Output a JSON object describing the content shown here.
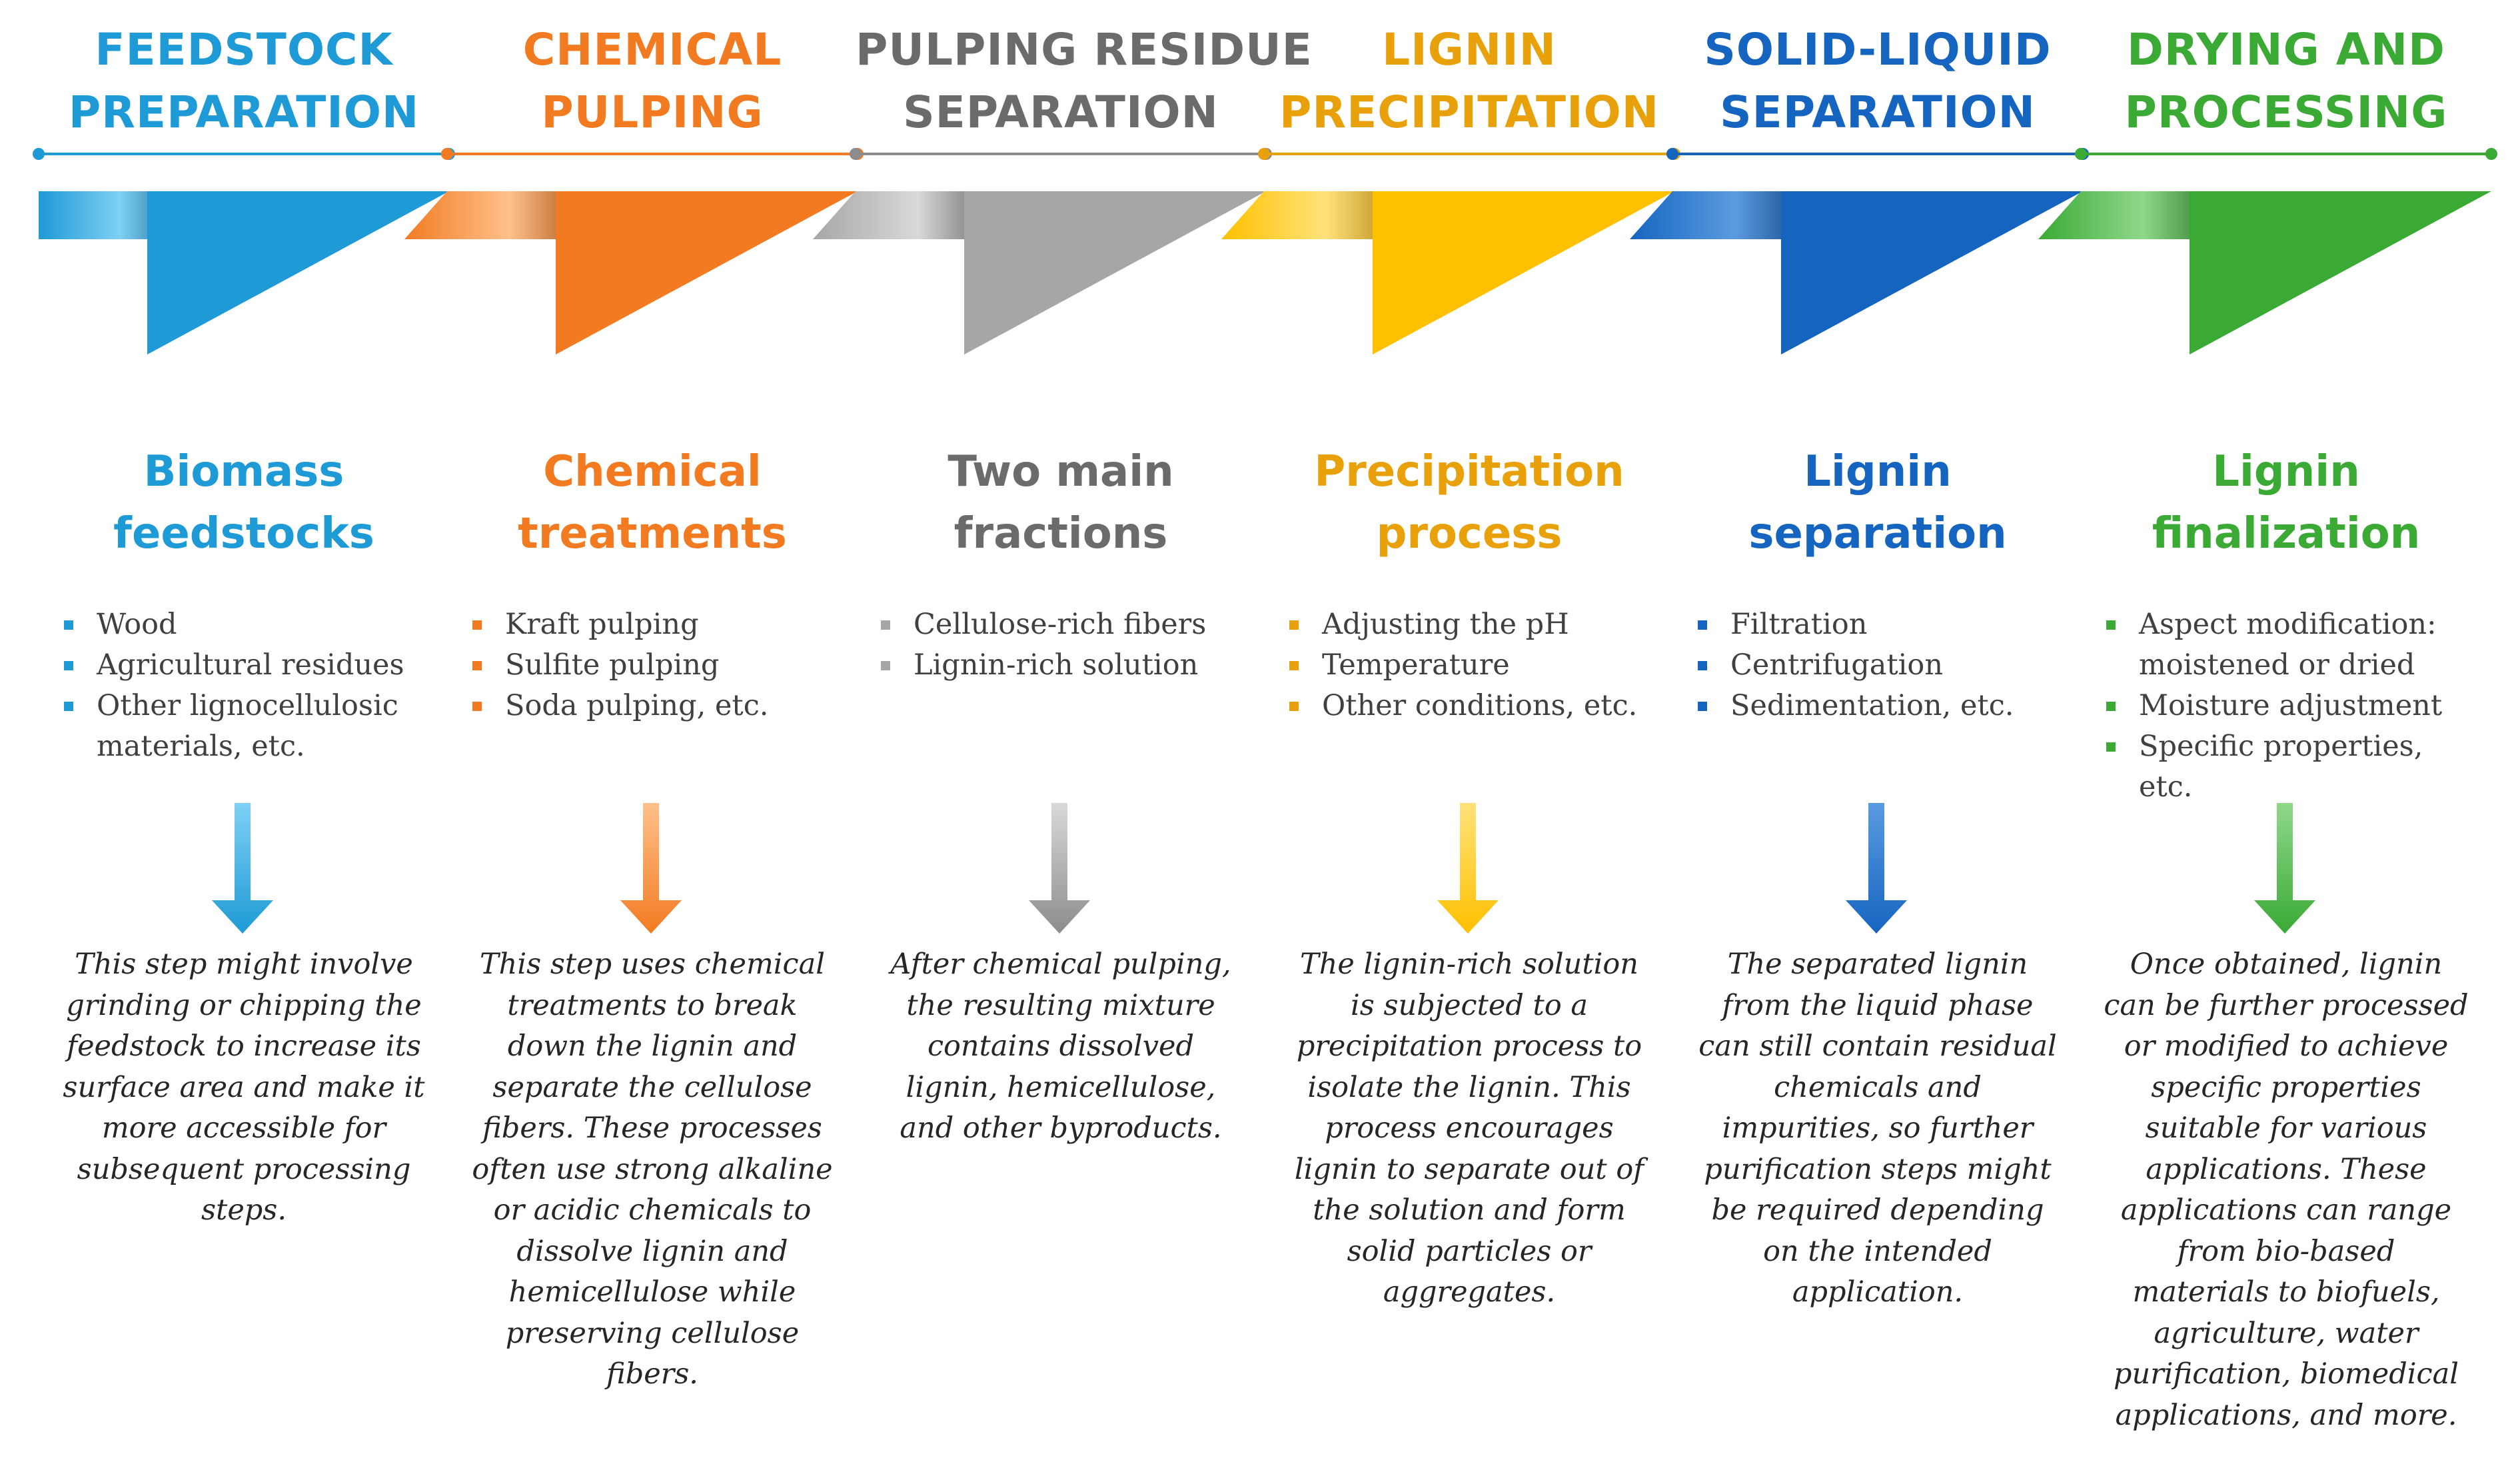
{
  "steps": [
    {
      "title": [
        "FEEDSTOCK",
        "PREPARATION"
      ],
      "subheading": [
        "Biomass",
        "feedstocks"
      ],
      "bullets": [
        [
          "Wood"
        ],
        [
          "Agricultural residues"
        ],
        [
          "Other lignocellulosic",
          "materials, etc."
        ]
      ],
      "description": [
        "This step might involve",
        "grinding or chipping the",
        "feedstock to increase its",
        "surface area and make it",
        "more accessible for",
        "subsequent processing",
        "steps."
      ],
      "color": "#1E9AD6",
      "color_light": "#7FD0F4",
      "color_dark": "#0F5F8E"
    },
    {
      "title": [
        "CHEMICAL",
        "PULPING"
      ],
      "subheading": [
        "Chemical",
        "treatments"
      ],
      "bullets": [
        [
          "Kraft pulping"
        ],
        [
          "Sulfite pulping"
        ],
        [
          "Soda pulping, etc."
        ]
      ],
      "description": [
        "This step uses chemical",
        "treatments to break",
        "down the lignin and",
        "separate the cellulose",
        "fibers. These processes",
        "often use strong alkaline",
        "or acidic chemicals to",
        "dissolve lignin and",
        "hemicellulose while",
        "preserving cellulose",
        "fibers."
      ],
      "color": "#F27B22",
      "color_light": "#FFC08A",
      "color_dark": "#A04A0A"
    },
    {
      "title": [
        "PULPING RESIDUE",
        "SEPARATION"
      ],
      "subheading": [
        "Two main",
        "fractions"
      ],
      "bullets": [
        [
          "Cellulose-rich fibers"
        ],
        [
          "Lignin-rich solution"
        ]
      ],
      "description": [
        "After chemical pulping,",
        "the resulting mixture",
        "contains dissolved",
        "lignin, hemicellulose,",
        "and other byproducts."
      ],
      "color": "#A6A6A6",
      "color_light": "#D9D9D9",
      "color_dark": "#595959"
    },
    {
      "title": [
        "LIGNIN",
        "PRECIPITATION"
      ],
      "subheading": [
        "Precipitation",
        "process"
      ],
      "bullets": [
        [
          "Adjusting the pH"
        ],
        [
          "Temperature"
        ],
        [
          "Other conditions, etc."
        ]
      ],
      "description": [
        "The lignin-rich solution",
        "is subjected to a",
        "precipitation process to",
        "isolate the lignin. This",
        "process encourages",
        "lignin to separate out of",
        "the solution and form",
        "solid particles or",
        "aggregates."
      ],
      "color": "#FFC000",
      "color_light": "#FFE27A",
      "color_dark": "#A87800"
    },
    {
      "title": [
        "SOLID-LIQUID",
        "SEPARATION"
      ],
      "subheading": [
        "Lignin",
        "separation"
      ],
      "bullets": [
        [
          "Filtration"
        ],
        [
          "Centrifugation"
        ],
        [
          "Sedimentation, etc."
        ]
      ],
      "description": [
        "The separated lignin",
        "from the liquid phase",
        "can still contain residual",
        "chemicals and",
        "impurities, so further",
        "purification steps might",
        "be required depending",
        "on the intended",
        "application."
      ],
      "color": "#1565C0",
      "color_light": "#5A9BE0",
      "color_dark": "#0A3A78"
    },
    {
      "title": [
        "DRYING AND",
        "PROCESSING"
      ],
      "subheading": [
        "Lignin",
        "finalization"
      ],
      "bullets": [
        [
          "Aspect modification:",
          "moistened or dried"
        ],
        [
          "Moisture adjustment"
        ],
        [
          "Specific properties, etc."
        ]
      ],
      "description": [
        "Once obtained, lignin",
        "can be further processed",
        "or modified to achieve",
        "specific properties",
        "suitable for various",
        "applications. These",
        "applications can range",
        "from bio-based",
        "materials to biofuels,",
        "agriculture, water",
        "purification, biomedical",
        "applications, and more."
      ],
      "color": "#3AAA35",
      "color_light": "#8FD88A",
      "color_dark": "#1F6A1B"
    }
  ],
  "icons": {
    "step_arrow": "chevron-arrow-icon",
    "down_arrow": "arrow-down-icon",
    "bullet": "square-bullet-icon"
  }
}
